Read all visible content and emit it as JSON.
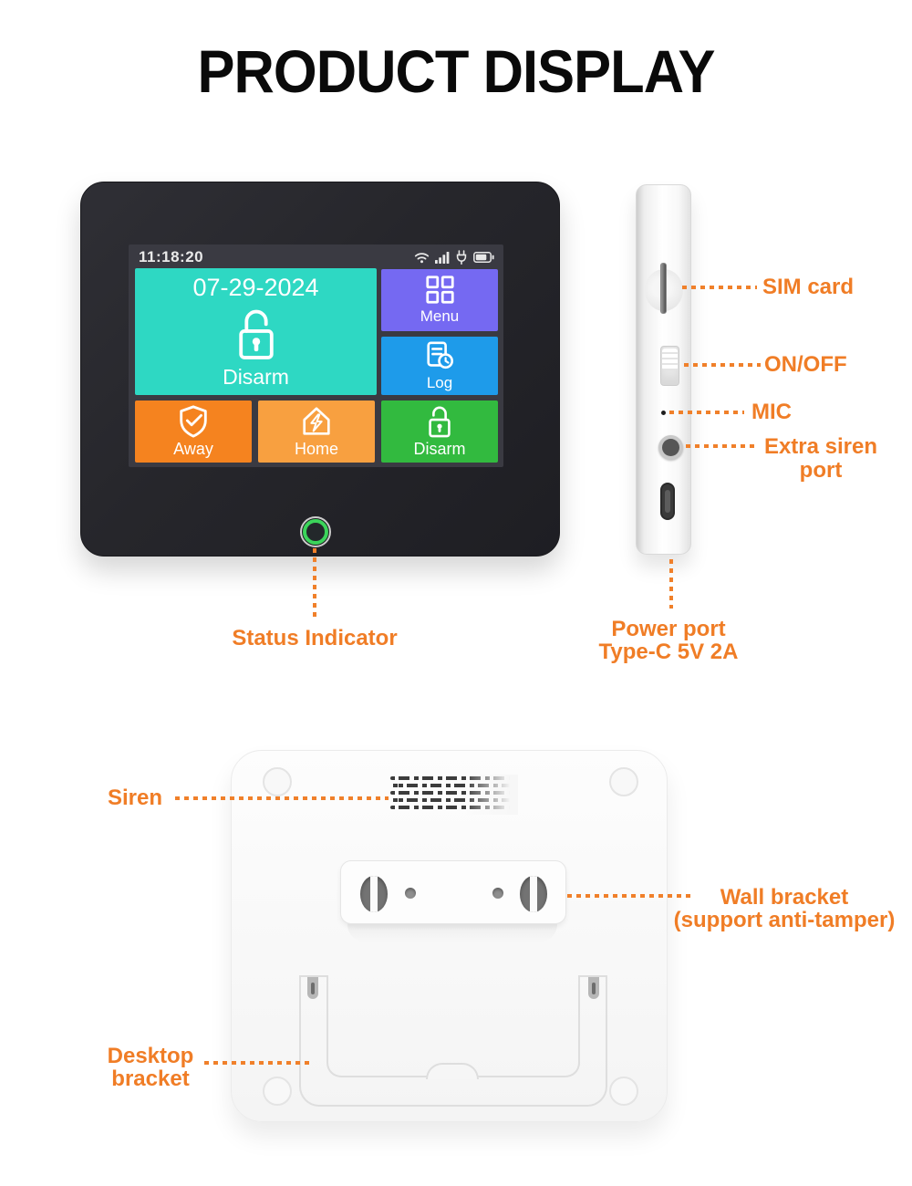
{
  "title": "PRODUCT DISPLAY",
  "accent_color": "#F07D26",
  "front_panel": {
    "status_bar": {
      "time": "11:18:20",
      "icons": [
        "wifi-icon",
        "signal-icon",
        "plug-icon",
        "battery-icon"
      ]
    },
    "main_tile": {
      "date": "07-29-2024",
      "label": "Disarm",
      "color": "#2ED8C3",
      "icon": "unlock-icon"
    },
    "tiles": [
      {
        "label": "Menu",
        "color": "#7569F2",
        "icon": "grid-icon"
      },
      {
        "label": "Log",
        "color": "#1E9BEA",
        "icon": "log-clock-icon"
      },
      {
        "label": "Away",
        "color": "#F5831F",
        "icon": "shield-check-icon"
      },
      {
        "label": "Home",
        "color": "#F8A040",
        "icon": "home-bolt-icon"
      },
      {
        "label": "Disarm",
        "color": "#32BA3F",
        "icon": "unlock-icon"
      }
    ]
  },
  "annotations": {
    "status_indicator": "Status Indicator",
    "sim_card": "SIM card",
    "on_off": "ON/OFF",
    "mic": "MIC",
    "extra_siren_line1": "Extra siren",
    "extra_siren_line2": "port",
    "power_line1": "Power port",
    "power_line2": "Type-C 5V 2A",
    "siren": "Siren",
    "wall_line1": "Wall bracket",
    "wall_line2": "(support anti-tamper)",
    "desktop_line1": "Desktop",
    "desktop_line2": "bracket"
  }
}
